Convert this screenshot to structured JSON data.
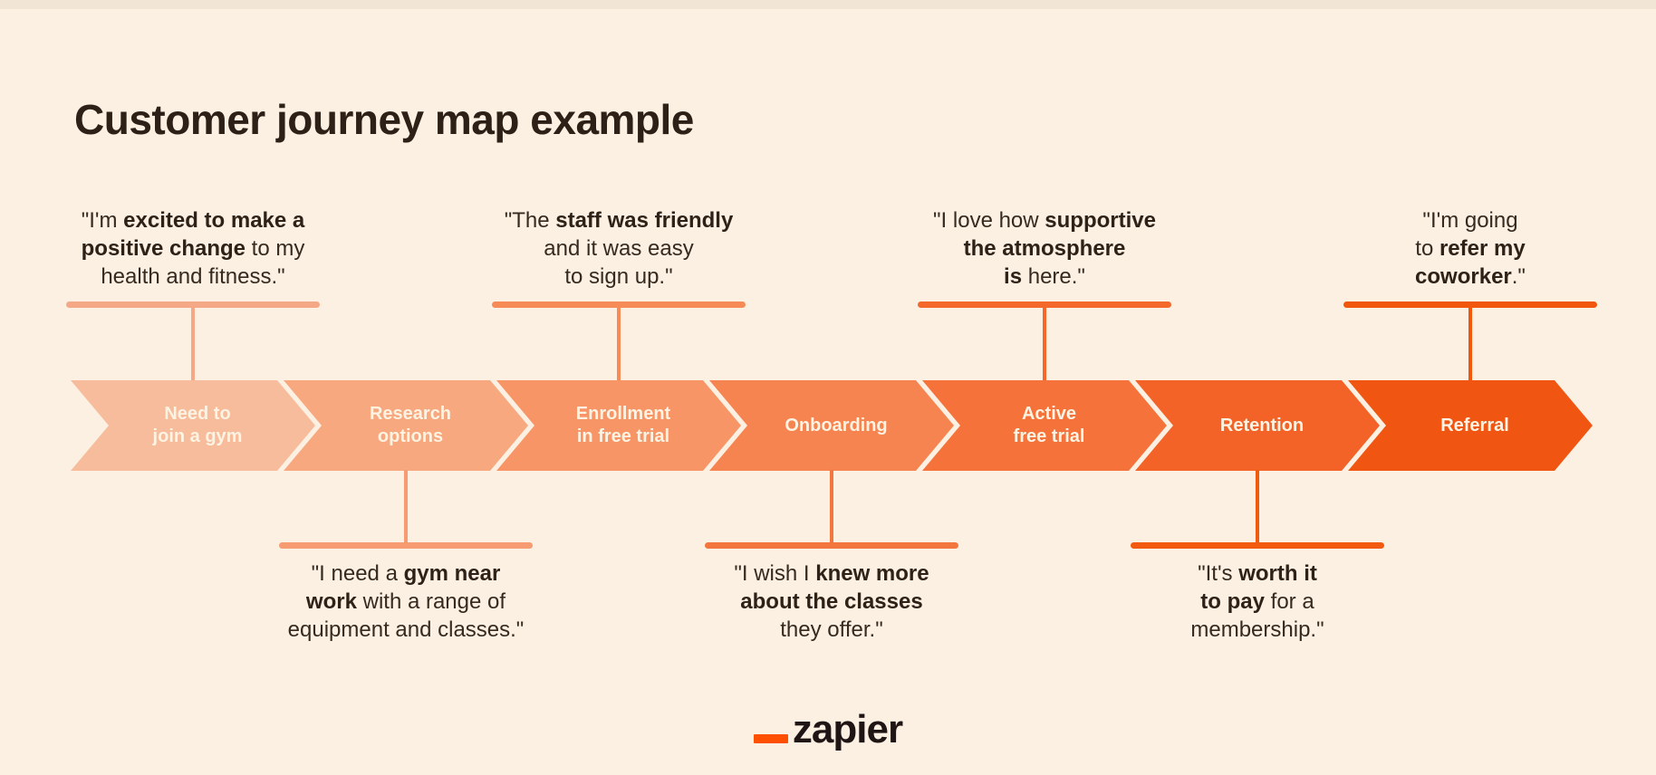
{
  "title": "Customer journey map example",
  "colors": {
    "background": "#FBF0E2",
    "title_text": "#2D2017",
    "quote_text": "#362A20",
    "stage_label_text": "#FDF3E3",
    "logo_text": "#201515",
    "logo_underscore": "#FF4F00"
  },
  "stages": [
    {
      "label_lines": [
        "Need to",
        "join a gym"
      ],
      "color": "#F7BC9B"
    },
    {
      "label_lines": [
        "Research",
        "options"
      ],
      "color": "#F7A87F"
    },
    {
      "label_lines": [
        "Enrollment",
        "in free trial"
      ],
      "color": "#F79566"
    },
    {
      "label_lines": [
        "Onboarding"
      ],
      "color": "#F68450"
    },
    {
      "label_lines": [
        "Active",
        "free trial"
      ],
      "color": "#F5733B"
    },
    {
      "label_lines": [
        "Retention"
      ],
      "color": "#F36327"
    },
    {
      "label_lines": [
        "Referral"
      ],
      "color": "#F05511"
    }
  ],
  "quotes_top": [
    {
      "stage_index": 0,
      "connector_color": "#F5A886",
      "segments": [
        {
          "t": "\"I'm ",
          "b": false
        },
        {
          "t": "excited to make a",
          "b": true
        },
        {
          "br": true
        },
        {
          "t": "positive change",
          "b": true
        },
        {
          "t": " to my",
          "b": false
        },
        {
          "br": true
        },
        {
          "t": "health and fitness.\"",
          "b": false
        }
      ]
    },
    {
      "stage_index": 2,
      "connector_color": "#F78B58",
      "segments": [
        {
          "t": "\"The ",
          "b": false
        },
        {
          "t": "staff was friendly",
          "b": true
        },
        {
          "br": true
        },
        {
          "t": "and it was easy",
          "b": false
        },
        {
          "br": true
        },
        {
          "t": "to sign up.\"",
          "b": false
        }
      ]
    },
    {
      "stage_index": 4,
      "connector_color": "#F4692B",
      "segments": [
        {
          "t": "\"I love how ",
          "b": false
        },
        {
          "t": "supportive",
          "b": true
        },
        {
          "br": true
        },
        {
          "t": "the atmosphere",
          "b": true
        },
        {
          "br": true
        },
        {
          "t": "is",
          "b": true
        },
        {
          "t": " here.\"",
          "b": false
        }
      ]
    },
    {
      "stage_index": 6,
      "connector_color": "#F2570E",
      "segments": [
        {
          "t": "\"I'm going",
          "b": false
        },
        {
          "br": true
        },
        {
          "t": "to ",
          "b": false
        },
        {
          "t": "refer my",
          "b": true
        },
        {
          "br": true
        },
        {
          "t": "coworker",
          "b": true
        },
        {
          "t": ".\"",
          "b": false
        }
      ]
    }
  ],
  "quotes_bottom": [
    {
      "stage_index": 1,
      "connector_color": "#F69B72",
      "segments": [
        {
          "t": "\"I need a ",
          "b": false
        },
        {
          "t": "gym near",
          "b": true
        },
        {
          "br": true
        },
        {
          "t": "work",
          "b": true
        },
        {
          "t": " with a range of",
          "b": false
        },
        {
          "br": true
        },
        {
          "t": "equipment and classes.\"",
          "b": false
        }
      ]
    },
    {
      "stage_index": 3,
      "connector_color": "#F3763F",
      "segments": [
        {
          "t": "\"I wish I ",
          "b": false
        },
        {
          "t": "knew more",
          "b": true
        },
        {
          "br": true
        },
        {
          "t": "about the classes",
          "b": true
        },
        {
          "br": true
        },
        {
          "t": "they offer.\"",
          "b": false
        }
      ]
    },
    {
      "stage_index": 5,
      "connector_color": "#F25A0F",
      "segments": [
        {
          "t": "\"It's ",
          "b": false
        },
        {
          "t": "worth it",
          "b": true
        },
        {
          "br": true
        },
        {
          "t": "to pay",
          "b": true
        },
        {
          "t": " for a",
          "b": false
        },
        {
          "br": true
        },
        {
          "t": "membership.\"",
          "b": false
        }
      ]
    }
  ],
  "logo": {
    "underscore": "_",
    "text": "zapier"
  }
}
